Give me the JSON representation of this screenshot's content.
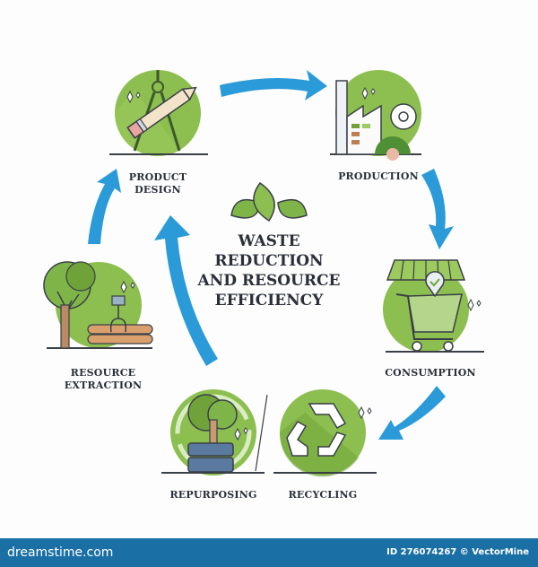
{
  "diagram": {
    "title_lines": [
      "WASTE",
      "REDUCTION",
      "AND RESOURCE",
      "EFFICIENCY"
    ],
    "stages": [
      {
        "label_lines": [
          "PRODUCT",
          "DESIGN"
        ],
        "icon": "compass-pencil-icon"
      },
      {
        "label_lines": [
          "PRODUCTION"
        ],
        "icon": "factory-gear-icon"
      },
      {
        "label_lines": [
          "CONSUMPTION"
        ],
        "icon": "shopping-cart-icon"
      },
      {
        "label_lines": [
          "RECYCLING"
        ],
        "icon": "recycle-icon"
      },
      {
        "label_lines": [
          "REPURPOSING"
        ],
        "icon": "tree-tires-icon"
      },
      {
        "label_lines": [
          "RESOURCE",
          "EXTRACTION"
        ],
        "icon": "tree-logs-icon"
      }
    ],
    "center_icon": "leaves-icon",
    "colors": {
      "circle": "#8cbf4f",
      "circle_dark": "#6fa33a",
      "arrow": "#2a9bd8",
      "text": "#2a2f3a"
    }
  },
  "footer": {
    "brand": "dreamstime.com",
    "credit": "ID 276074267 © VectorMine"
  }
}
